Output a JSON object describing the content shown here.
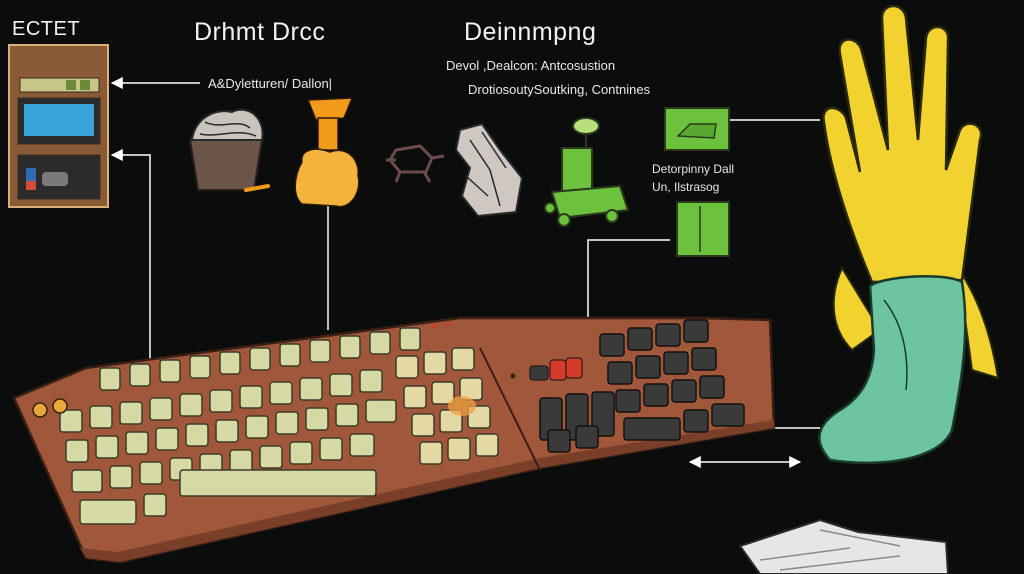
{
  "labels": {
    "top_left": "ECTET",
    "title_center": "Drhmt Drcc",
    "title_right": "Deinnmpng",
    "arrow_label": "A&Dyletturen/ Dallon|",
    "mid_line_1": "Devol ,Dealcon: Antcosustion",
    "mid_line_2": "DrotiosoutySoutking, Contnines",
    "note_line_1": "Detorpinny Dall",
    "note_line_2": "Un, Ilstrasog"
  },
  "colors": {
    "background": "#0b0c0c",
    "keyboard_body": "#a0573a",
    "key_light": "#d6d9a4",
    "key_dark": "#3a3a3a",
    "hand": "#f2d22e",
    "sleeve": "#6cc4a0",
    "green_object": "#6cc23c",
    "orange_object": "#f29a1a"
  },
  "icons": [
    "device-panel-icon",
    "trash-bin-icon",
    "orange-spray-bottle-icon",
    "robot-icon",
    "crumpled-paper-icon",
    "green-cart-icon",
    "green-card-icon",
    "hand-icon",
    "keyboard-icon",
    "papers-icon"
  ]
}
